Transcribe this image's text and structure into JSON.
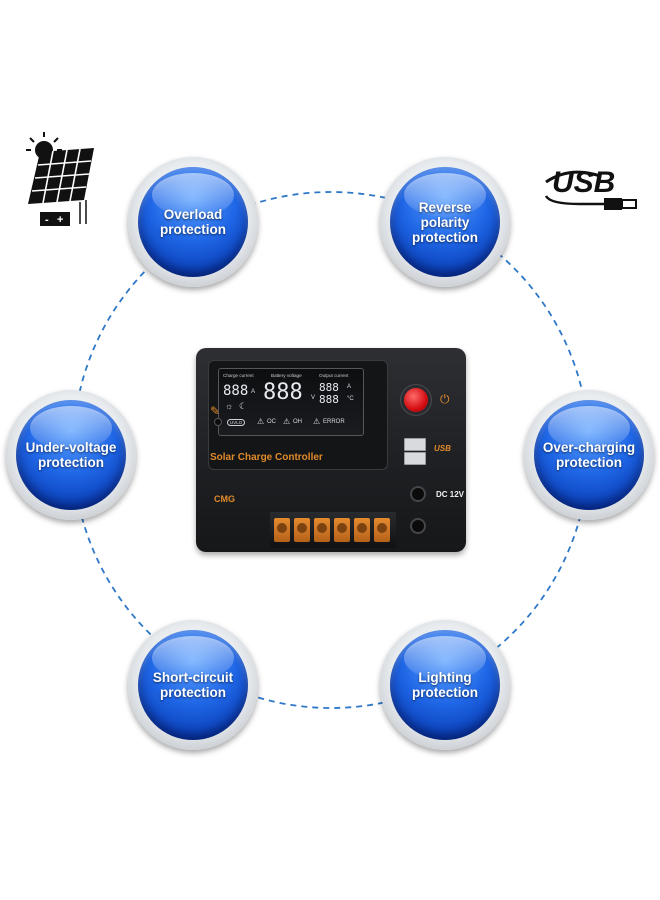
{
  "badges": {
    "overload": "Overload protection",
    "reverse_polarity": "Reverse polarity protection",
    "under_voltage": "Under-voltage protection",
    "over_charging": "Over-charging protection",
    "short_circuit": "Short-circuit protection",
    "lighting": "Lighting protection"
  },
  "usb_logo": {
    "text": "USB"
  },
  "solar_icon": {
    "minus": "-",
    "plus": "+"
  },
  "device": {
    "title": "Solar Charge Controller",
    "brand": "CMG",
    "dc_label": "DC 12V",
    "usb_label": "USB",
    "lcd": {
      "charge_current": "Charge current",
      "battery_voltage": "Battery voltage",
      "output_current": "Output current",
      "digits_left": "888",
      "digits_middle": "888",
      "digits_right_top": "888",
      "digits_right_bottom": "888",
      "unit_a": "A",
      "unit_v": "V",
      "unit_a2": "A",
      "unit_c": "°C",
      "oc": "OC",
      "oh": "OH",
      "error": "ERROR",
      "uvlo": "UVLO"
    }
  },
  "colors": {
    "badge_blue": "#1f66e6",
    "ring_dash": "#2e78c7",
    "device_orange": "#e08a2a",
    "power_red": "#d40d12"
  }
}
